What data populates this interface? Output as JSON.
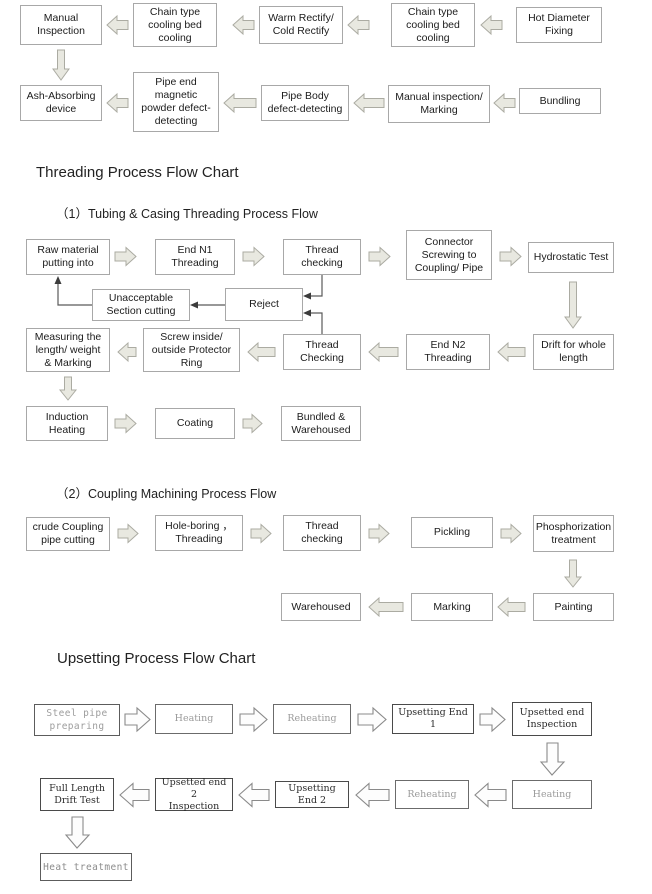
{
  "sections": [
    {
      "id": "pipe-finishing",
      "title": "",
      "boxes": [
        {
          "id": "manual-inspection",
          "label": "Manual\nInspection"
        },
        {
          "id": "chain-cooling-1",
          "label": "Chain type\ncooling bed\ncooling"
        },
        {
          "id": "warm-cold-rectify",
          "label": "Warm Rectify/\nCold Rectify"
        },
        {
          "id": "chain-cooling-2",
          "label": "Chain type\ncooling bed\ncooling"
        },
        {
          "id": "hot-diameter-fixing",
          "label": "Hot Diameter\nFixing"
        },
        {
          "id": "ash-absorbing-device",
          "label": "Ash-Absorbing\ndevice"
        },
        {
          "id": "pipe-end-magnetic",
          "label": "Pipe end\nmagnetic\npowder defect-\ndetecting"
        },
        {
          "id": "pipe-body-defect",
          "label": "Pipe Body\ndefect-detecting"
        },
        {
          "id": "manual-inspection-marking",
          "label": "Manual inspection/\nMarking"
        },
        {
          "id": "bundling",
          "label": "Bundling"
        }
      ]
    },
    {
      "id": "threading",
      "title": "Threading Process Flow Chart",
      "subtitle": "（1）Tubing & Casing Threading Process Flow",
      "boxes": [
        {
          "id": "raw-material-putting-into",
          "label": "Raw material\nputting into"
        },
        {
          "id": "end-n1-threading",
          "label": "End N1\nThreading"
        },
        {
          "id": "thread-checking-1",
          "label": "Thread\nchecking"
        },
        {
          "id": "connector-screwing",
          "label": "Connector\nScrewing to\nCoupling/ Pipe"
        },
        {
          "id": "hydrostatic-test",
          "label": "Hydrostatic Test"
        },
        {
          "id": "unacceptable-section-cutting",
          "label": "Unacceptable\nSection cutting"
        },
        {
          "id": "reject",
          "label": "Reject"
        },
        {
          "id": "measuring-length-weight-marking",
          "label": "Measuring the\nlength/ weight\n& Marking"
        },
        {
          "id": "screw-protector-ring",
          "label": "Screw inside/\noutside Protector\nRing"
        },
        {
          "id": "thread-checking-2",
          "label": "Thread\nChecking"
        },
        {
          "id": "end-n2-threading",
          "label": "End N2\nThreading"
        },
        {
          "id": "drift-for-whole-length",
          "label": "Drift for whole\nlength"
        },
        {
          "id": "induction-heating",
          "label": "Induction\nHeating"
        },
        {
          "id": "coating",
          "label": "Coating"
        },
        {
          "id": "bundled-warehoused",
          "label": "Bundled &\nWarehoused"
        }
      ]
    },
    {
      "id": "coupling-machining",
      "subtitle": "（2）Coupling Machining Process Flow",
      "boxes": [
        {
          "id": "crude-coupling-pipe-cutting",
          "label": "crude Coupling\npipe cutting"
        },
        {
          "id": "hole-boring-threading",
          "label": "Hole-boring ，\nThreading"
        },
        {
          "id": "thread-checking-3",
          "label": "Thread\nchecking"
        },
        {
          "id": "pickling",
          "label": "Pickling"
        },
        {
          "id": "phosphorization-treatment",
          "label": "Phosphorization\ntreatment"
        },
        {
          "id": "warehoused",
          "label": "Warehoused"
        },
        {
          "id": "marking",
          "label": "Marking"
        },
        {
          "id": "painting",
          "label": "Painting"
        }
      ]
    },
    {
      "id": "upsetting",
      "title": "Upsetting Process Flow Chart",
      "boxes": [
        {
          "id": "steel-pipe-preparing",
          "label": "Steel pipe\npreparing"
        },
        {
          "id": "heating-1",
          "label": "Heating"
        },
        {
          "id": "reheating-1",
          "label": "Reheating"
        },
        {
          "id": "upsetting-end-1",
          "label": "Upsetting End 1"
        },
        {
          "id": "upsetted-end-inspection",
          "label": "Upsetted end\nInspection"
        },
        {
          "id": "heating-2",
          "label": "Heating"
        },
        {
          "id": "reheating-2",
          "label": "Reheating"
        },
        {
          "id": "upsetting-end-2",
          "label": "Upsetting End 2"
        },
        {
          "id": "upsetted-end-2-inspection",
          "label": "Upsetted end 2\nInspection"
        },
        {
          "id": "full-length-drift-test",
          "label": "Full Length\nDrift Test"
        },
        {
          "id": "heat-treatment",
          "label": "Heat treatment"
        }
      ]
    }
  ],
  "colors": {
    "box_border": "#a8a8a8",
    "arrow_fill": "#e6e6de",
    "arrow_stroke": "#a9a9a0",
    "line": "#595959",
    "text": "#1c1c1c",
    "faint_text": "#9d9d9d"
  }
}
